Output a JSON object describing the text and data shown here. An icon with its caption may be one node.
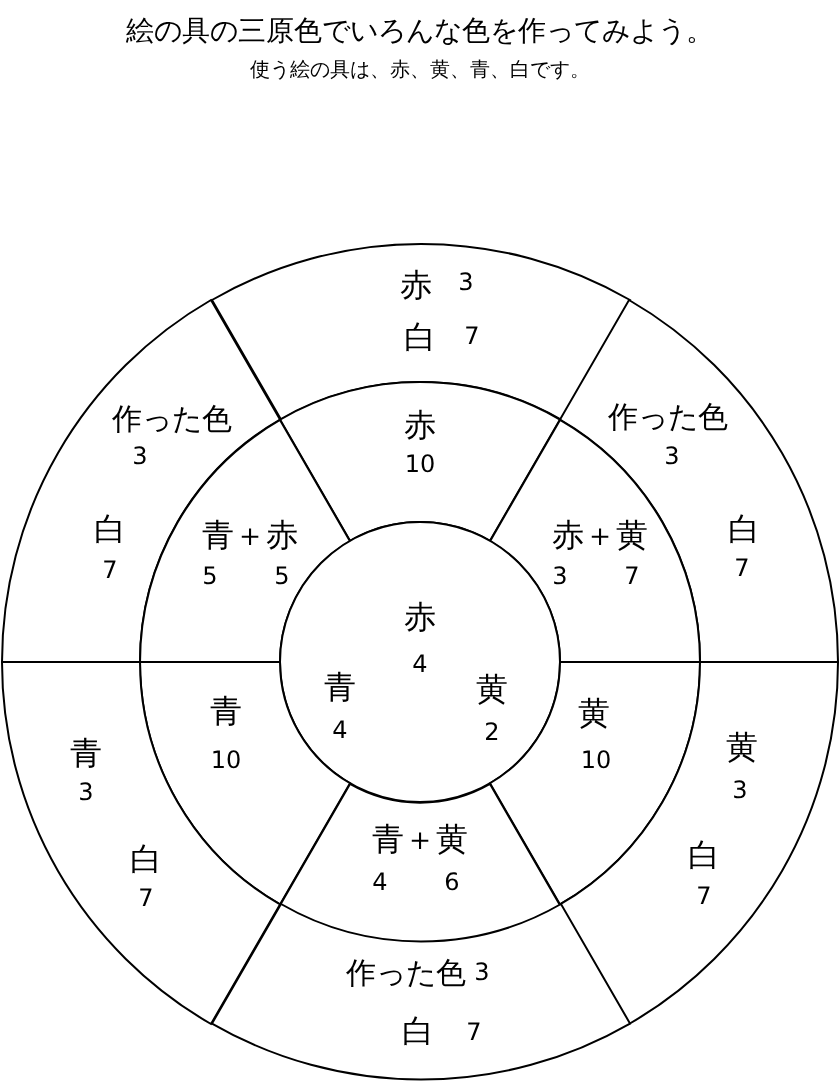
{
  "diagram": {
    "title": "絵の具の三原色でいろんな色を作ってみよう。",
    "labels": [
      "使う絵の具は、赤、黄、青、白です。"
    ],
    "nodes": [
      {
        "text": [
          "赤",
          "3",
          "白",
          "7"
        ]
      },
      {
        "text": [
          "作った色",
          "3",
          "白",
          "7"
        ]
      },
      {
        "text": [
          "作った色",
          "3",
          "白",
          "7"
        ]
      },
      {
        "text": [
          "赤",
          "10"
        ]
      },
      {
        "text": [
          "青＋赤",
          "5",
          "5"
        ]
      },
      {
        "text": [
          "赤＋黄",
          "3",
          "7"
        ]
      },
      {
        "text": [
          "赤",
          "4",
          "青",
          "4",
          "黄",
          "2"
        ]
      },
      {
        "text": [
          "青",
          "10"
        ]
      },
      {
        "text": [
          "黄",
          "10"
        ]
      },
      {
        "text": [
          "青",
          "3",
          "白",
          "7"
        ]
      },
      {
        "text": [
          "黄",
          "3",
          "白",
          "7"
        ]
      },
      {
        "text": [
          "青＋黄",
          "4",
          "6"
        ]
      },
      {
        "text": [
          "作った色",
          "3",
          "白",
          "7"
        ]
      }
    ]
  }
}
